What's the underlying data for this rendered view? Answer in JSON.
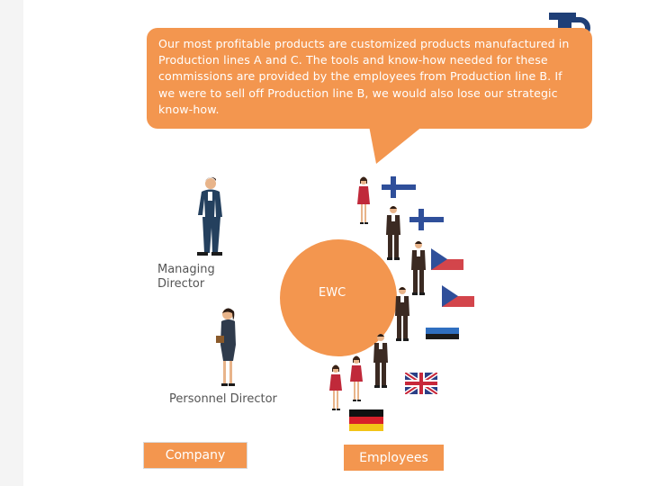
{
  "speech_bubble": {
    "lines": [
      "Our most profitable products are customized products manufactured in",
      "Production lines A and C. The tools and know-how needed for these",
      "commissions are provided by the employees from Production line B. If",
      "we were to sell off Production line B, we would also lose our strategic",
      "know-how."
    ]
  },
  "roles": {
    "managing_director": [
      "Managing",
      "Director"
    ],
    "personnel_director": "Personnel Director"
  },
  "ewc_label": "EWC",
  "boxes": {
    "company": "Company",
    "employees": "Employees"
  },
  "flags": [
    {
      "country": "Finland",
      "icon": "finland-flag-icon"
    },
    {
      "country": "Finland",
      "icon": "finland-flag-icon"
    },
    {
      "country": "Czech Republic",
      "icon": "czech-flag-icon"
    },
    {
      "country": "Czech Republic",
      "icon": "czech-flag-icon"
    },
    {
      "country": "Estonia",
      "icon": "estonia-flag-icon"
    },
    {
      "country": "United Kingdom",
      "icon": "uk-flag-icon"
    },
    {
      "country": "Germany",
      "icon": "germany-flag-icon"
    }
  ],
  "colors": {
    "accent": "#f3964f",
    "suit": "#3b2a22",
    "woman_dress": "#c0293a",
    "text_gray": "#555555"
  }
}
